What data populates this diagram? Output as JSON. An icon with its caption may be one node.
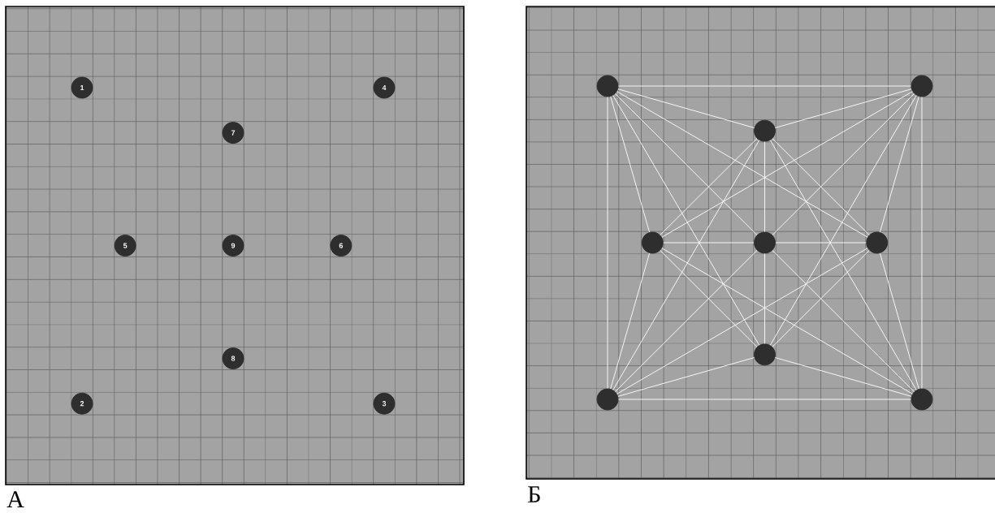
{
  "diagram": {
    "nodes": [
      {
        "text": [
          "А"
        ]
      },
      {
        "text": [
          "1"
        ],
        "in": 0
      },
      {
        "text": [
          "4"
        ],
        "in": 0
      },
      {
        "text": [
          "7"
        ],
        "in": 0
      },
      {
        "text": [
          "5"
        ],
        "in": 0
      },
      {
        "text": [
          "9"
        ],
        "in": 0
      },
      {
        "text": [
          "6"
        ],
        "in": 0
      },
      {
        "text": [
          "8"
        ],
        "in": 0
      },
      {
        "text": [
          "2"
        ],
        "in": 0
      },
      {
        "text": [
          "3"
        ],
        "in": 0
      },
      {
        "text": [
          "Б"
        ]
      },
      {
        "text": [],
        "shape": "circle",
        "in": 10
      },
      {
        "text": [],
        "shape": "circle",
        "in": 10
      },
      {
        "text": [],
        "shape": "circle",
        "in": 10
      },
      {
        "text": [],
        "shape": "circle",
        "in": 10
      },
      {
        "text": [],
        "shape": "circle",
        "in": 10
      },
      {
        "text": [],
        "shape": "circle",
        "in": 10
      },
      {
        "text": [],
        "shape": "circle",
        "in": 10
      },
      {
        "text": [],
        "shape": "circle",
        "in": 10
      },
      {
        "text": [],
        "shape": "circle",
        "in": 10
      }
    ],
    "edges": [
      {
        "from": 11,
        "to": 12,
        "arrow": "none"
      },
      {
        "from": 11,
        "to": 13,
        "arrow": "none"
      },
      {
        "from": 11,
        "to": 14,
        "arrow": "none"
      },
      {
        "from": 11,
        "to": 15,
        "arrow": "none"
      },
      {
        "from": 11,
        "to": 16,
        "arrow": "none"
      },
      {
        "from": 11,
        "to": 17,
        "arrow": "none"
      },
      {
        "from": 11,
        "to": 18,
        "arrow": "none"
      },
      {
        "from": 12,
        "to": 13,
        "arrow": "none"
      },
      {
        "from": 12,
        "to": 14,
        "arrow": "none"
      },
      {
        "from": 12,
        "to": 15,
        "arrow": "none"
      },
      {
        "from": 12,
        "to": 16,
        "arrow": "none"
      },
      {
        "from": 12,
        "to": 17,
        "arrow": "none"
      },
      {
        "from": 12,
        "to": 19,
        "arrow": "none"
      },
      {
        "from": 13,
        "to": 14,
        "arrow": "none"
      },
      {
        "from": 13,
        "to": 15,
        "arrow": "none"
      },
      {
        "from": 13,
        "to": 16,
        "arrow": "none"
      },
      {
        "from": 13,
        "to": 18,
        "arrow": "none"
      },
      {
        "from": 13,
        "to": 19,
        "arrow": "none"
      },
      {
        "from": 14,
        "to": 15,
        "arrow": "none"
      },
      {
        "from": 14,
        "to": 17,
        "arrow": "none"
      },
      {
        "from": 14,
        "to": 18,
        "arrow": "none"
      },
      {
        "from": 14,
        "to": 19,
        "arrow": "none"
      },
      {
        "from": 15,
        "to": 16,
        "arrow": "none"
      },
      {
        "from": 15,
        "to": 17,
        "arrow": "none"
      },
      {
        "from": 15,
        "to": 18,
        "arrow": "none"
      },
      {
        "from": 15,
        "to": 19,
        "arrow": "none"
      },
      {
        "from": 16,
        "to": 17,
        "arrow": "none"
      },
      {
        "from": 16,
        "to": 18,
        "arrow": "none"
      },
      {
        "from": 16,
        "to": 19,
        "arrow": "none"
      },
      {
        "from": 17,
        "to": 18,
        "arrow": "none"
      },
      {
        "from": 17,
        "to": 19,
        "arrow": "none"
      },
      {
        "from": 18,
        "to": 19,
        "arrow": "none"
      }
    ]
  }
}
